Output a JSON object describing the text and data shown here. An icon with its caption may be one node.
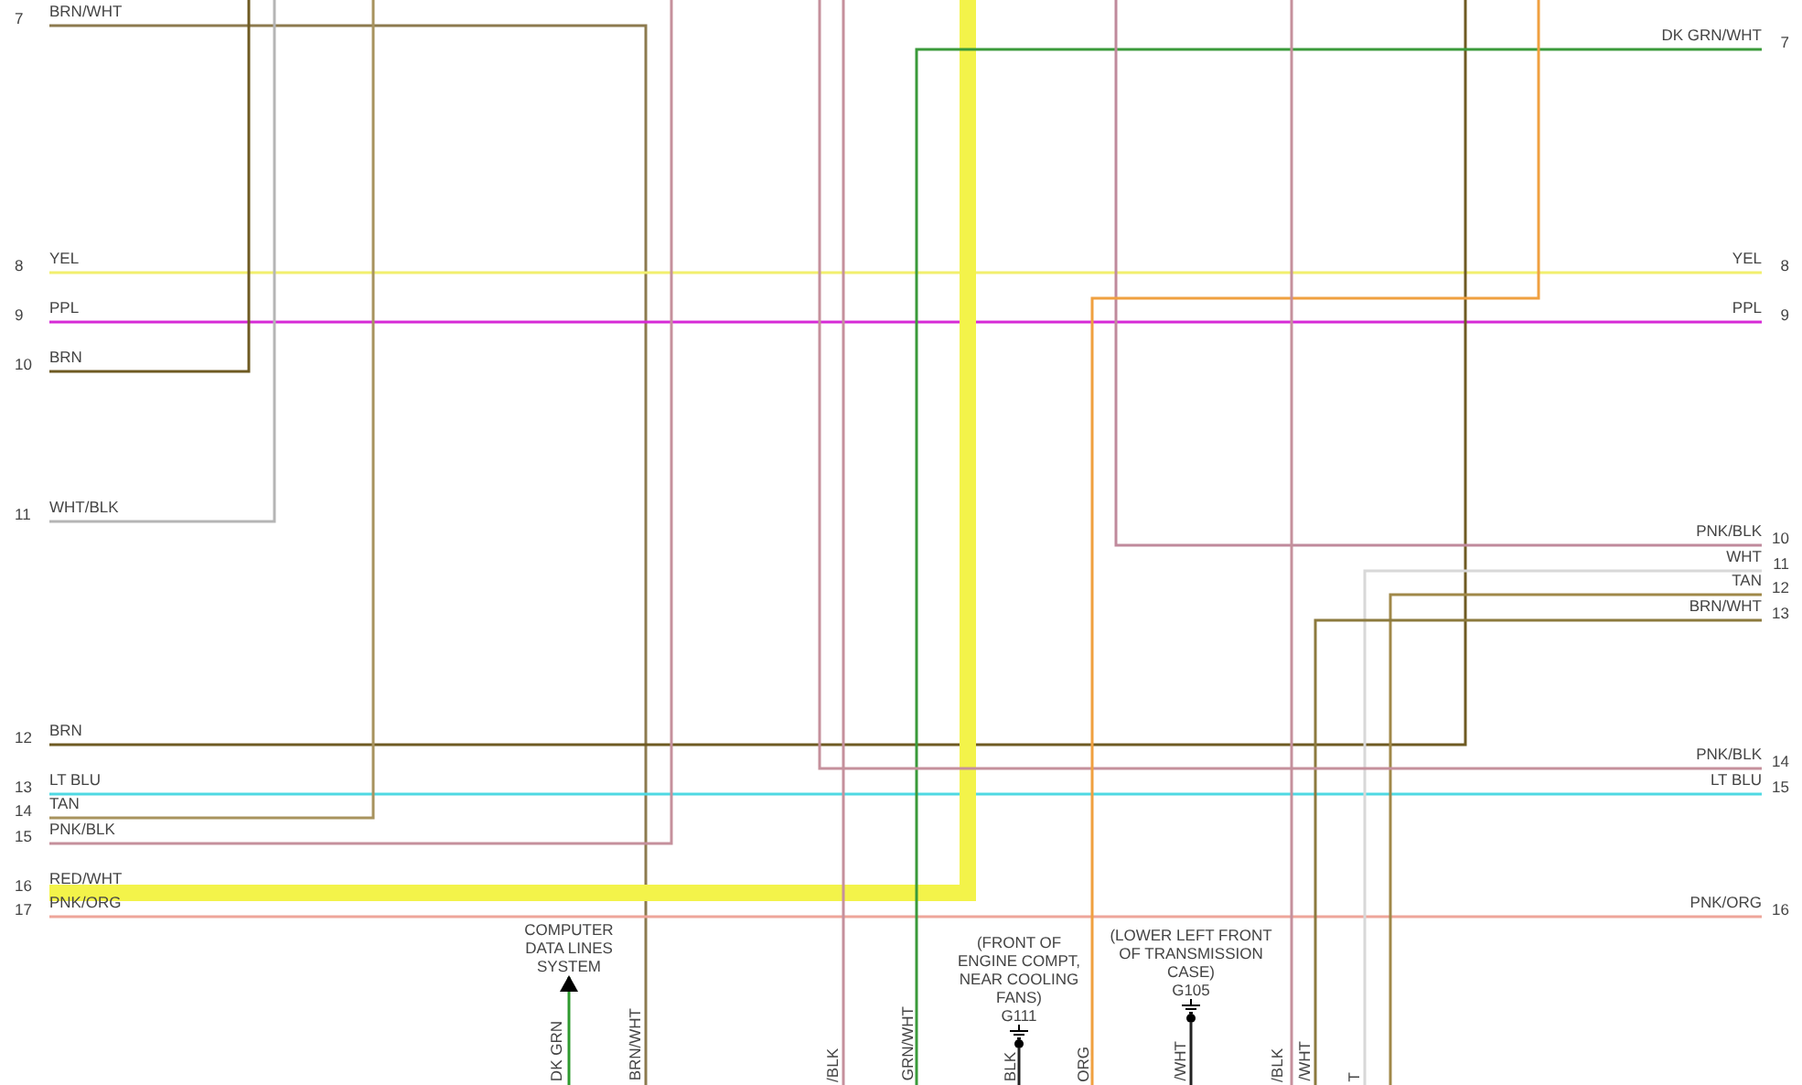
{
  "diagram": {
    "nodes": [
      {
        "text": [
          "BRN/WHT"
        ],
        "beside": [
          "7"
        ]
      },
      {
        "text": [
          "YEL"
        ],
        "beside": [
          "8"
        ]
      },
      {
        "text": [
          "PPL"
        ],
        "beside": [
          "9"
        ]
      },
      {
        "text": [
          "BRN"
        ],
        "beside": [
          "10"
        ]
      },
      {
        "text": [
          "WHT/BLK"
        ],
        "beside": [
          "11"
        ]
      },
      {
        "text": [
          "BRN"
        ],
        "beside": [
          "12"
        ]
      },
      {
        "text": [
          "LT BLU"
        ],
        "beside": [
          "13"
        ]
      },
      {
        "text": [
          "TAN"
        ],
        "beside": [
          "14"
        ]
      },
      {
        "text": [
          "PNK/BLK"
        ],
        "beside": [
          "15"
        ]
      },
      {
        "text": [
          "RED/WHT"
        ],
        "beside": [
          "16"
        ]
      },
      {
        "text": [
          "PNK/ORG"
        ],
        "beside": [
          "17"
        ]
      },
      {
        "text": [
          "DK GRN/WHT"
        ],
        "beside": [
          "7"
        ]
      },
      {
        "text": [
          "YEL"
        ],
        "beside": [
          "8"
        ]
      },
      {
        "text": [
          "PPL"
        ],
        "beside": [
          "9"
        ]
      },
      {
        "text": [
          "PNK/BLK"
        ],
        "beside": [
          "10"
        ]
      },
      {
        "text": [
          "WHT"
        ],
        "beside": [
          "11"
        ]
      },
      {
        "text": [
          "TAN"
        ],
        "beside": [
          "12"
        ]
      },
      {
        "text": [
          "BRN/WHT"
        ],
        "beside": [
          "13"
        ]
      },
      {
        "text": [
          "PNK/BLK"
        ],
        "beside": [
          "14"
        ]
      },
      {
        "text": [
          "LT BLU"
        ],
        "beside": [
          "15"
        ]
      },
      {
        "text": [
          "PNK/ORG"
        ],
        "beside": [
          "16"
        ]
      },
      {
        "text": [
          "COMPUTER DATA LINES SYSTEM"
        ]
      },
      {
        "text": [
          "(FRONT OF ENGINE COMPT, NEAR COOLING FANS)",
          "G111"
        ]
      },
      {
        "text": [
          "(LOWER LEFT FRONT OF TRANSMISSION CASE)",
          "G105"
        ]
      }
    ],
    "edges": [
      {
        "from": 0,
        "to": null,
        "arrow": "none",
        "label": "BRN/WHT",
        "color": "#8c7a4e"
      },
      {
        "from": 1,
        "to": 12,
        "arrow": "none",
        "color": "#f2ef6e"
      },
      {
        "from": 2,
        "to": 13,
        "arrow": "none",
        "color": "#d62ad6"
      },
      {
        "from": 3,
        "to": null,
        "arrow": "none",
        "color": "#6e5a22"
      },
      {
        "from": 4,
        "to": null,
        "arrow": "none",
        "color": "#b5b5b5"
      },
      {
        "from": 5,
        "to": null,
        "arrow": "none",
        "color": "#6e5a22"
      },
      {
        "from": 6,
        "to": 19,
        "arrow": "none",
        "color": "#4fd9e3"
      },
      {
        "from": 7,
        "to": null,
        "arrow": "none",
        "color": "#a8935e"
      },
      {
        "from": 8,
        "to": null,
        "arrow": "none",
        "color": "#c5909c"
      },
      {
        "from": 9,
        "to": null,
        "arrow": "none",
        "style": "thick",
        "color": "#f3f34a"
      },
      {
        "from": 10,
        "to": 20,
        "arrow": "none",
        "color": "#eea59a"
      },
      {
        "from": null,
        "to": 21,
        "arrow": "to",
        "label": "DK GRN",
        "color": "#2e9a2e"
      },
      {
        "from": 11,
        "to": null,
        "arrow": "none",
        "label": "GRN/WHT",
        "color": "#3a9a3a"
      },
      {
        "from": 14,
        "to": null,
        "arrow": "none",
        "color": "#c08a9c"
      },
      {
        "from": 15,
        "to": null,
        "arrow": "none",
        "label": "T",
        "color": "#d8d8d8"
      },
      {
        "from": 16,
        "to": null,
        "arrow": "none",
        "color": "#a08848"
      },
      {
        "from": 17,
        "to": null,
        "arrow": "none",
        "label": "/WHT",
        "color": "#8c7a3e"
      },
      {
        "from": 18,
        "to": null,
        "arrow": "none",
        "color": "#c5909c"
      },
      {
        "from": 22,
        "to": null,
        "arrow": "none",
        "label": "BLK",
        "color": "#222222"
      },
      {
        "from": 23,
        "to": null,
        "arrow": "none",
        "label": "/WHT",
        "color": "#222222"
      }
    ],
    "labels": [
      "/BLK",
      "ORG",
      "/BLK"
    ]
  }
}
